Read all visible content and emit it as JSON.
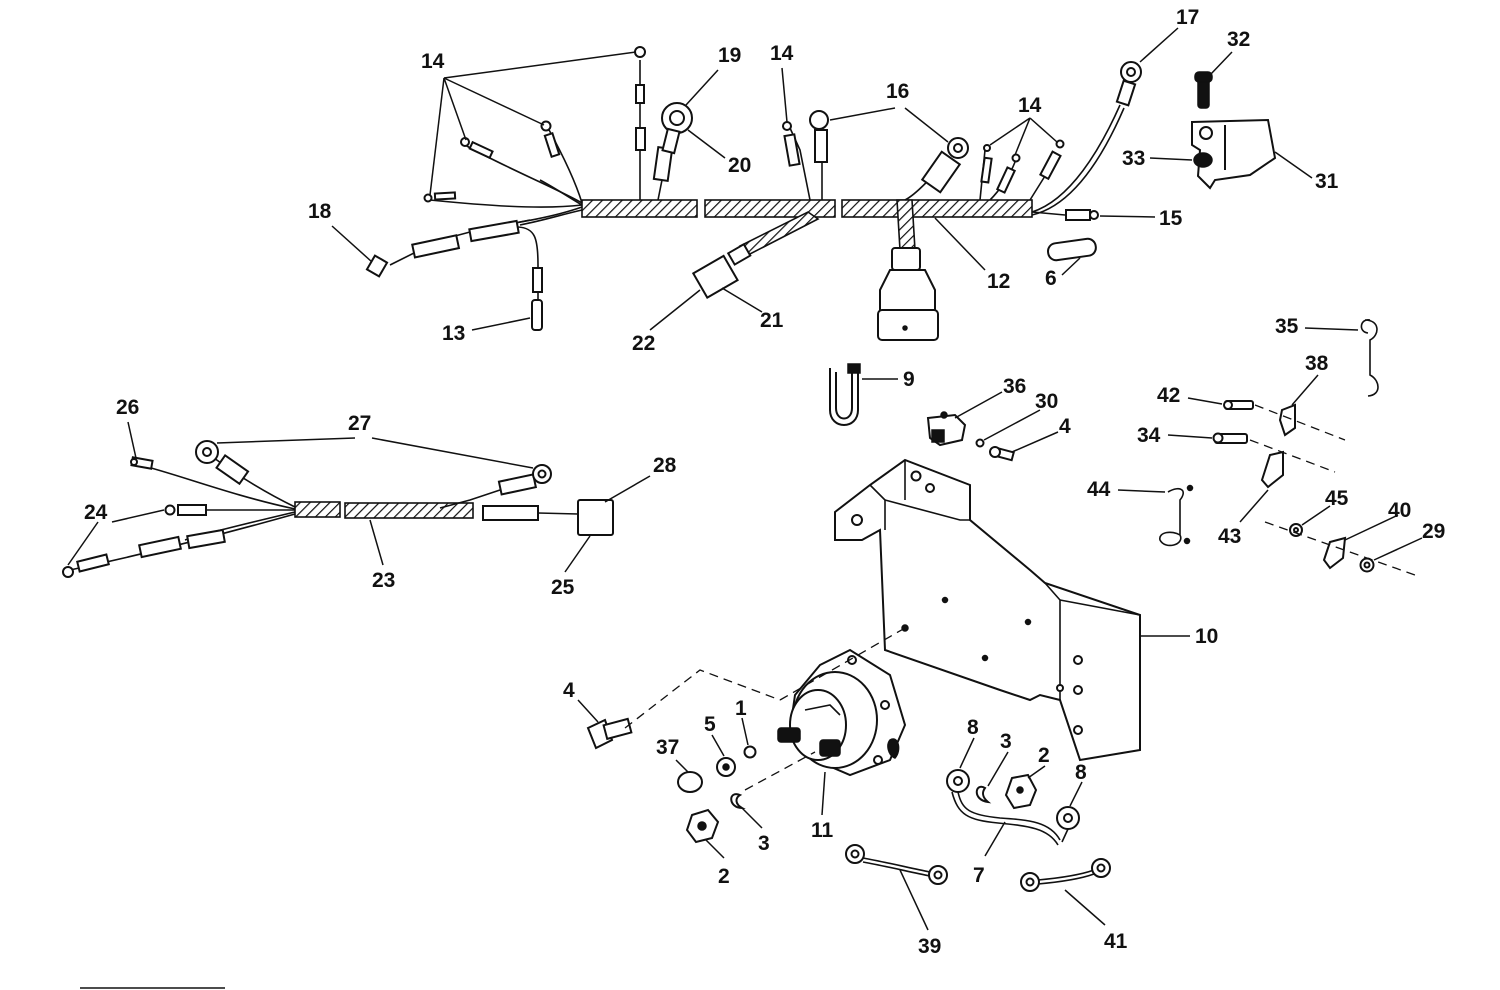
{
  "labels": [
    {
      "id": "1",
      "text": "1"
    },
    {
      "id": "2a",
      "text": "2"
    },
    {
      "id": "2b",
      "text": "2"
    },
    {
      "id": "3a",
      "text": "3"
    },
    {
      "id": "3b",
      "text": "3"
    },
    {
      "id": "4a",
      "text": "4"
    },
    {
      "id": "4b",
      "text": "4"
    },
    {
      "id": "5",
      "text": "5"
    },
    {
      "id": "6",
      "text": "6"
    },
    {
      "id": "7",
      "text": "7"
    },
    {
      "id": "8a",
      "text": "8"
    },
    {
      "id": "8b",
      "text": "8"
    },
    {
      "id": "9",
      "text": "9"
    },
    {
      "id": "10",
      "text": "10"
    },
    {
      "id": "11",
      "text": "11"
    },
    {
      "id": "12",
      "text": "12"
    },
    {
      "id": "13",
      "text": "13"
    },
    {
      "id": "14a",
      "text": "14"
    },
    {
      "id": "14b",
      "text": "14"
    },
    {
      "id": "14c",
      "text": "14"
    },
    {
      "id": "15",
      "text": "15"
    },
    {
      "id": "16",
      "text": "16"
    },
    {
      "id": "17",
      "text": "17"
    },
    {
      "id": "18",
      "text": "18"
    },
    {
      "id": "19",
      "text": "19"
    },
    {
      "id": "20",
      "text": "20"
    },
    {
      "id": "21",
      "text": "21"
    },
    {
      "id": "22",
      "text": "22"
    },
    {
      "id": "23",
      "text": "23"
    },
    {
      "id": "24",
      "text": "24"
    },
    {
      "id": "25",
      "text": "25"
    },
    {
      "id": "26",
      "text": "26"
    },
    {
      "id": "27",
      "text": "27"
    },
    {
      "id": "28",
      "text": "28"
    },
    {
      "id": "29",
      "text": "29"
    },
    {
      "id": "30",
      "text": "30"
    },
    {
      "id": "31",
      "text": "31"
    },
    {
      "id": "32",
      "text": "32"
    },
    {
      "id": "33",
      "text": "33"
    },
    {
      "id": "34",
      "text": "34"
    },
    {
      "id": "35",
      "text": "35"
    },
    {
      "id": "36",
      "text": "36"
    },
    {
      "id": "37",
      "text": "37"
    },
    {
      "id": "38",
      "text": "38"
    },
    {
      "id": "39",
      "text": "39"
    },
    {
      "id": "40",
      "text": "40"
    },
    {
      "id": "41",
      "text": "41"
    },
    {
      "id": "42",
      "text": "42"
    },
    {
      "id": "43",
      "text": "43"
    },
    {
      "id": "44",
      "text": "44"
    },
    {
      "id": "45",
      "text": "45"
    }
  ],
  "colors": {
    "ink": "#111111",
    "paper": "#ffffff"
  }
}
